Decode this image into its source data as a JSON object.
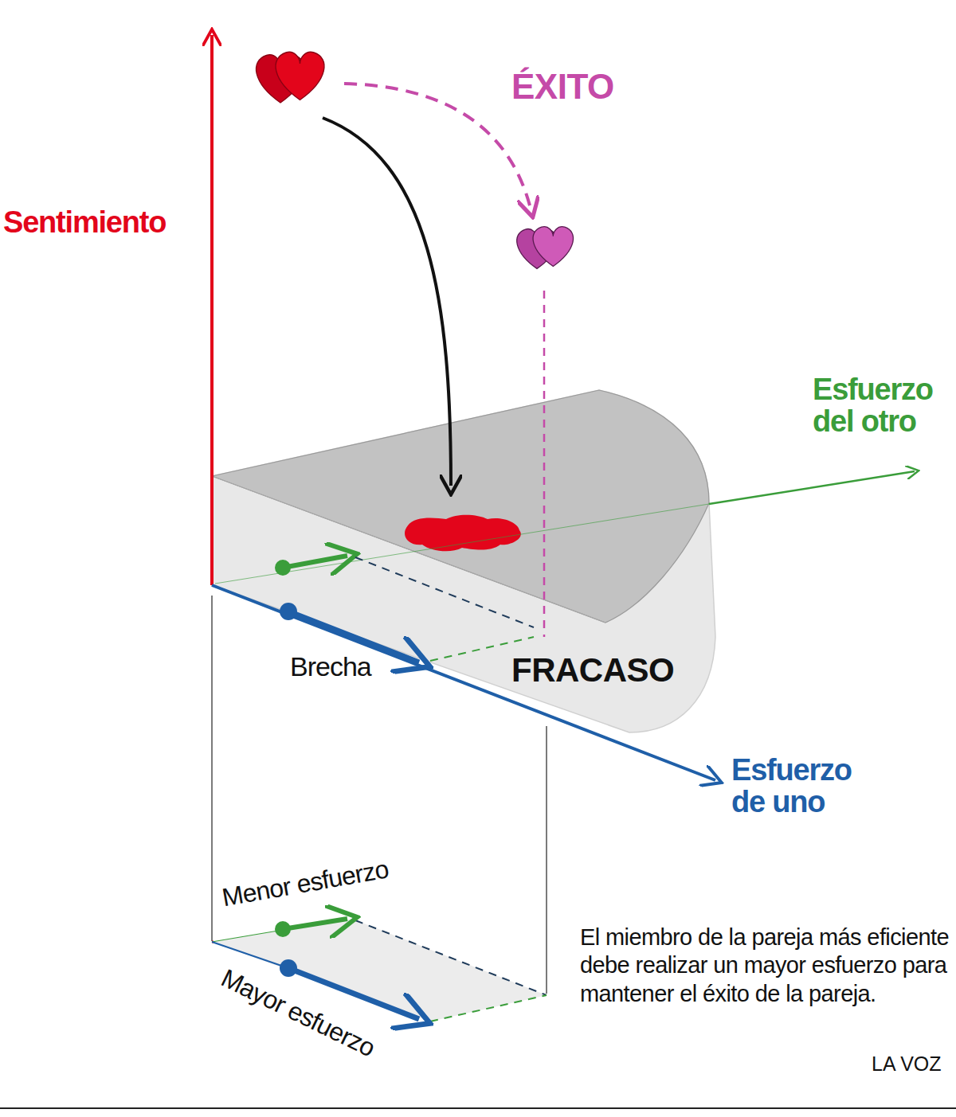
{
  "diagram": {
    "caption": "El miembro de la pareja más eficiente debe realizar un mayor esfuerzo para mantener el éxito de la pareja.",
    "labels": [
      "Sentimiento",
      "ÉXITO",
      "Esfuerzo del otro",
      "Esfuerzo de uno",
      "Brecha",
      "FRACASO",
      "Menor esfuerzo",
      "Mayor esfuerzo",
      "LA VOZ"
    ]
  }
}
